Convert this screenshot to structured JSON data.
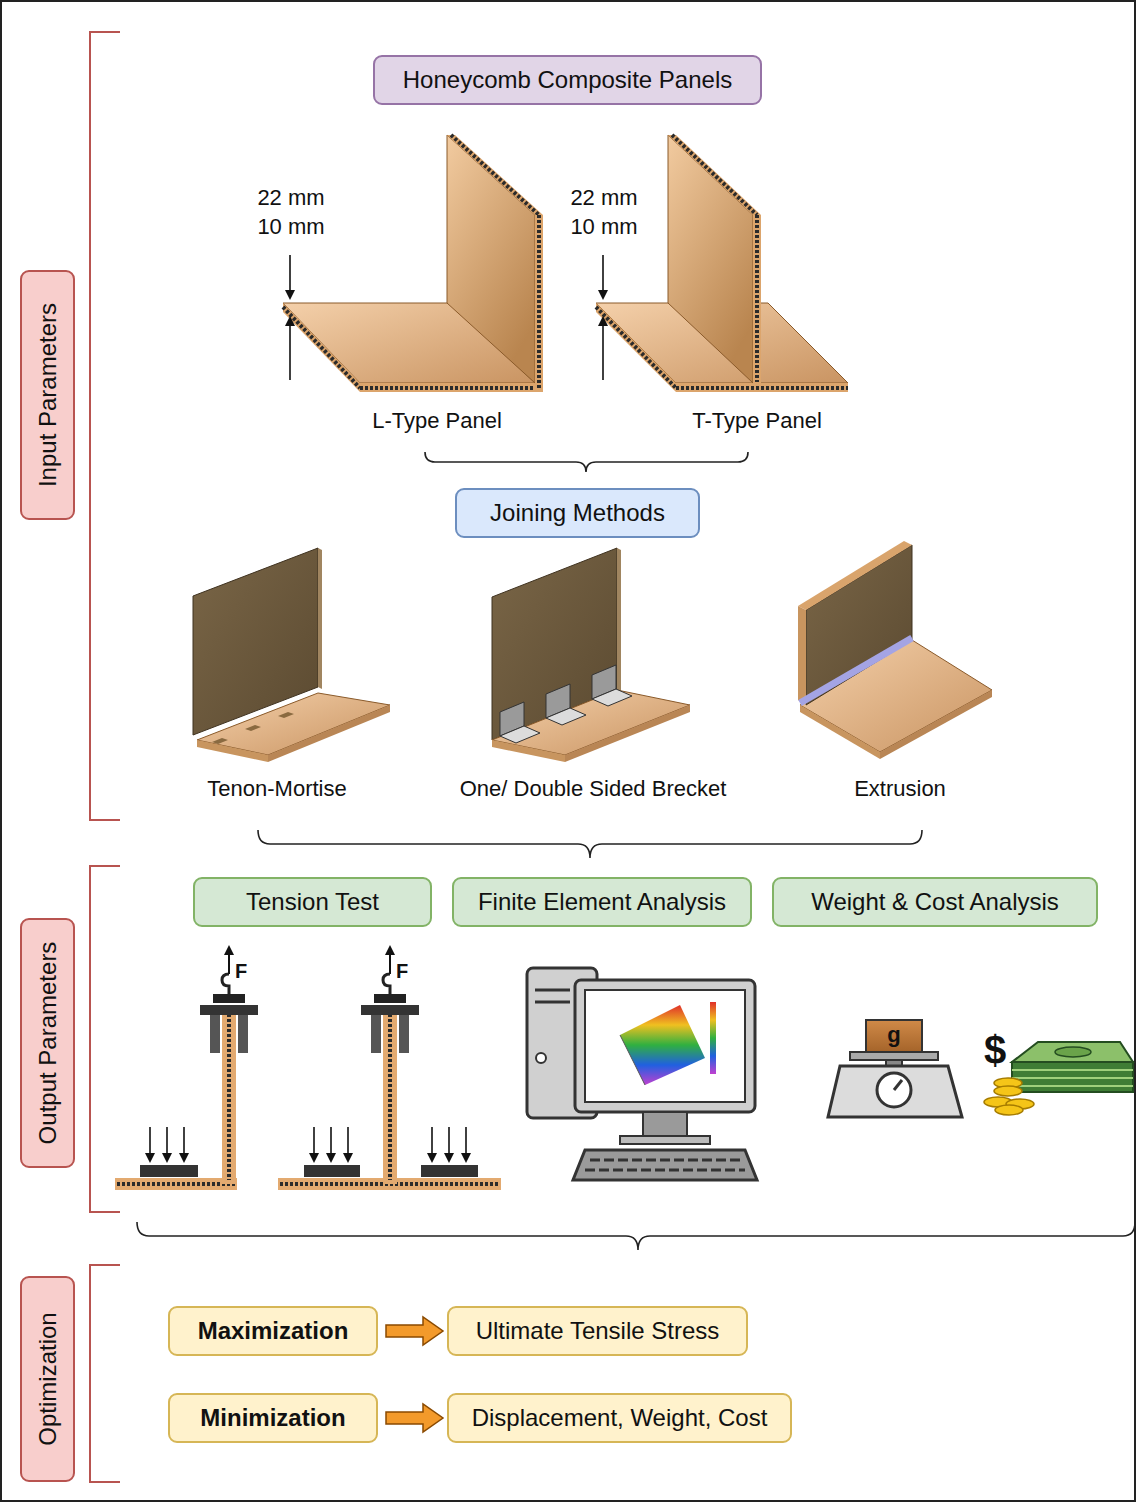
{
  "diagram": {
    "nodes": [
      {
        "text": [
          "Input Parameters"
        ]
      },
      {
        "text": [
          "Honeycomb Composite Panels"
        ]
      },
      {
        "text": [
          "Joining Methods"
        ]
      },
      {
        "text": [
          "Output Parameters"
        ]
      },
      {
        "text": [
          "Tension Test"
        ]
      },
      {
        "text": [
          "Finite Element Analysis"
        ]
      },
      {
        "text": [
          "Weight & Cost Analysis"
        ]
      },
      {
        "text": [
          "Optimization"
        ]
      },
      {
        "text": [
          "Maximization"
        ]
      },
      {
        "text": [
          "Ultimate Tensile Stress"
        ]
      },
      {
        "text": [
          "Minimization"
        ]
      },
      {
        "text": [
          "Displacement, Weight, Cost"
        ]
      }
    ],
    "edges": [
      {
        "from": 8,
        "to": 9,
        "arrow": "to"
      },
      {
        "from": 10,
        "to": 11,
        "arrow": "to"
      }
    ],
    "labels": [
      "22 mm",
      "10 mm",
      "L-Type Panel",
      "22 mm",
      "10 mm",
      "T-Type Panel",
      "Tenon-Mortise",
      "One/ Double Sided Brecket",
      "Extrusion",
      "F",
      "F",
      "g",
      "$"
    ]
  }
}
